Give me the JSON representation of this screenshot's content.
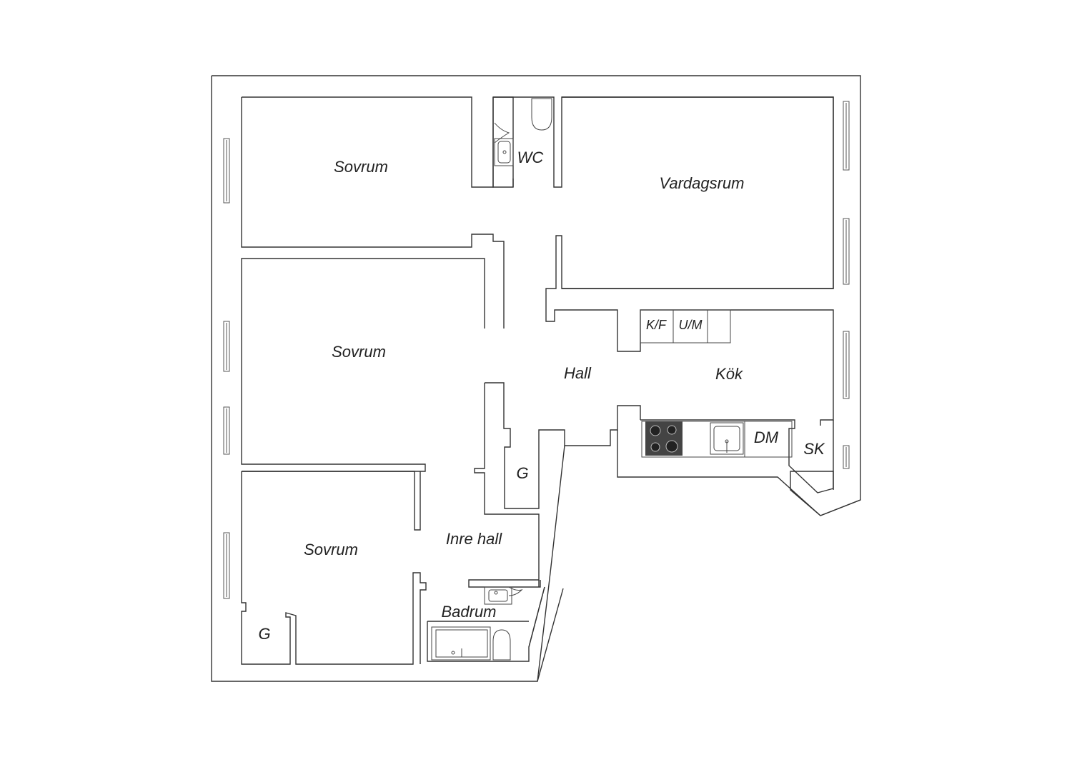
{
  "plan": {
    "rooms": {
      "bedroom_top": "Sovrum",
      "wc": "WC",
      "living_room": "Vardagsrum",
      "bedroom_middle": "Sovrum",
      "hall": "Hall",
      "kitchen": "Kök",
      "wardrobe_hall": "G",
      "inner_hall": "Inre hall",
      "bedroom_bottom": "Sovrum",
      "bathroom": "Badrum",
      "wardrobe_bedroom": "G"
    },
    "appliances": {
      "fridge_freezer": "K/F",
      "oven_microwave": "U/M",
      "dishwasher": "DM",
      "cabinet": "SK"
    },
    "icons": [
      "toilet-icon",
      "sink-icon",
      "stove-icon",
      "kitchen-sink-icon",
      "bathtub-icon",
      "window-icon"
    ],
    "colors": {
      "wall": "#333333",
      "background": "#ffffff",
      "stove": "#444444"
    }
  }
}
